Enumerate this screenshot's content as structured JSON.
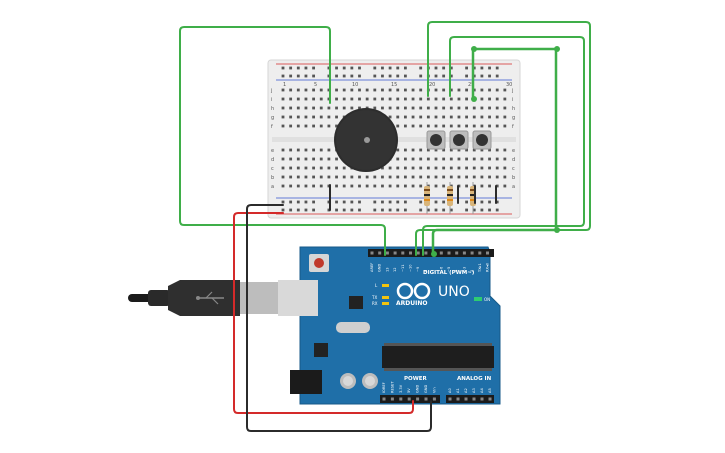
{
  "breadboard": {
    "row_letters_top": [
      "j",
      "i",
      "h",
      "g",
      "f"
    ],
    "row_letters_bottom": [
      "e",
      "d",
      "c",
      "b",
      "a"
    ],
    "column_numbers": [
      "1",
      "5",
      "10",
      "15",
      "20",
      "25",
      "30"
    ]
  },
  "arduino": {
    "board_name": "UNO",
    "brand": "ARDUINO",
    "digital_label": "DIGITAL (PWM~)",
    "power_label": "POWER",
    "analog_label": "ANALOG IN",
    "on_label": "ON",
    "l_label": "L",
    "tx_label": "TX",
    "rx_label": "RX",
    "digital_pins": [
      "AREF",
      "GND",
      "13",
      "12",
      "~11",
      "~10",
      "~9",
      "8",
      "7",
      "~6",
      "~5",
      "4",
      "~3",
      "2",
      "TX▸1",
      "RX◂0"
    ],
    "power_pins": [
      "IOREF",
      "RESET",
      "3.3V",
      "5V",
      "GND",
      "GND",
      "Vin"
    ],
    "analog_pins": [
      "A0",
      "A1",
      "A2",
      "A3",
      "A4",
      "A5"
    ]
  },
  "colors": {
    "wire_green": "#3fae49",
    "wire_red": "#d42a2a",
    "wire_black": "#2b2b2b",
    "board_blue": "#1f6fa8",
    "breadboard": "#eeeeee"
  }
}
